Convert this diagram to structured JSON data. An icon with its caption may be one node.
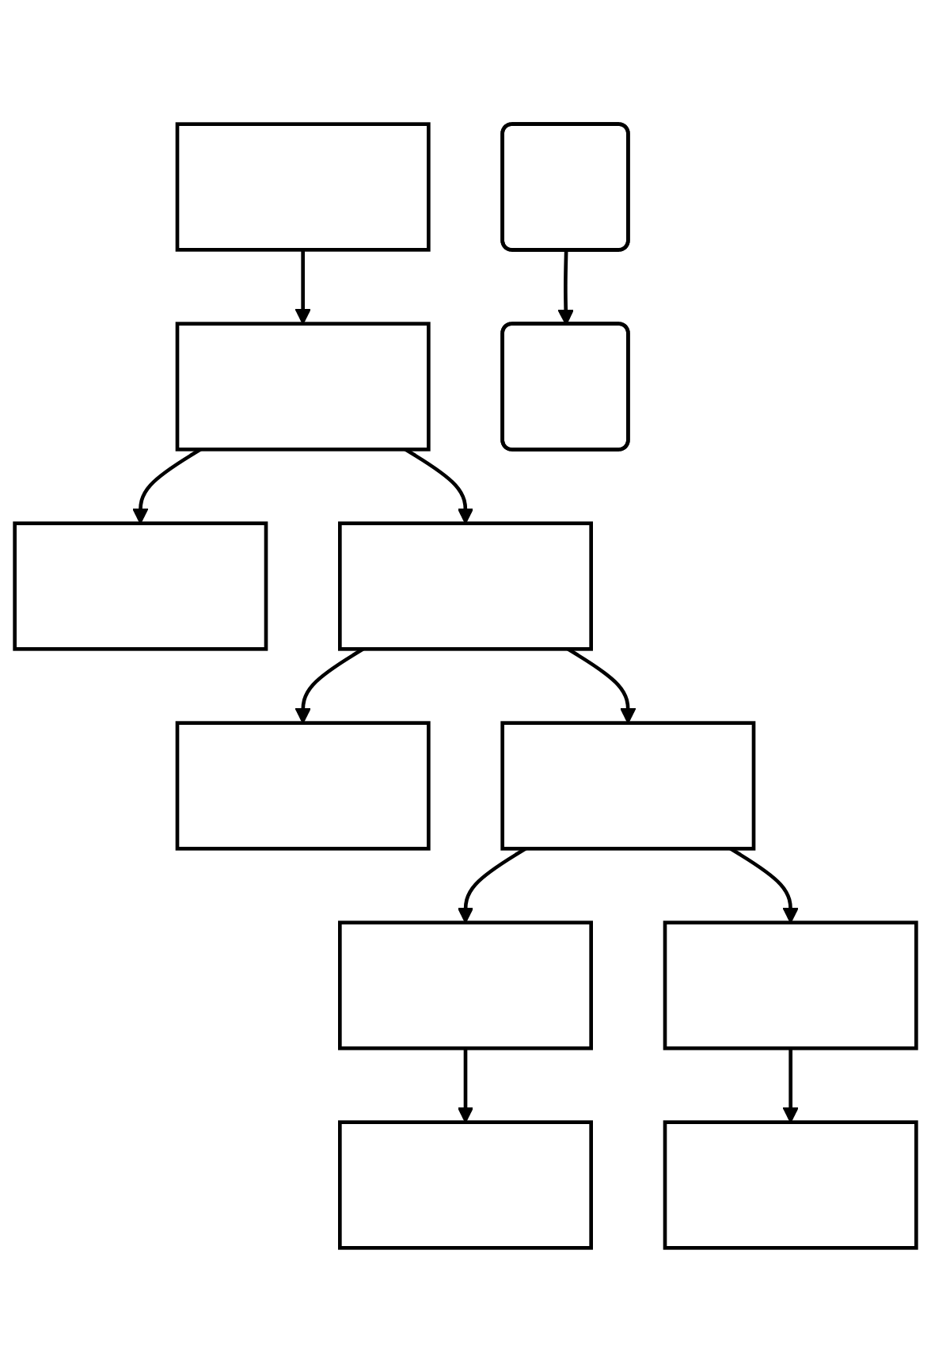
{
  "diagram": {
    "nodes": [
      {
        "text": [],
        "shape": "box"
      },
      {
        "text": [],
        "shape": "box"
      },
      {
        "text": [],
        "shape": "box"
      },
      {
        "text": [],
        "shape": "box"
      },
      {
        "text": [],
        "shape": "box"
      },
      {
        "text": [],
        "shape": "box"
      },
      {
        "text": [],
        "shape": "box"
      },
      {
        "text": [],
        "shape": "box"
      },
      {
        "text": [],
        "shape": "box"
      },
      {
        "text": [],
        "shape": "box"
      },
      {
        "text": [],
        "shape": "rounded"
      },
      {
        "text": [],
        "shape": "rounded"
      }
    ],
    "edges": [
      {
        "from": 0,
        "to": 1,
        "arrow": "to"
      },
      {
        "from": 1,
        "to": 2,
        "arrow": "to"
      },
      {
        "from": 1,
        "to": 3,
        "arrow": "to"
      },
      {
        "from": 3,
        "to": 4,
        "arrow": "to"
      },
      {
        "from": 3,
        "to": 5,
        "arrow": "to"
      },
      {
        "from": 5,
        "to": 6,
        "arrow": "to"
      },
      {
        "from": 6,
        "to": 7,
        "arrow": "to"
      },
      {
        "from": 5,
        "to": 8,
        "arrow": "to"
      },
      {
        "from": 8,
        "to": 9,
        "arrow": "to"
      },
      {
        "from": 10,
        "to": 11,
        "arrow": "to"
      }
    ]
  }
}
